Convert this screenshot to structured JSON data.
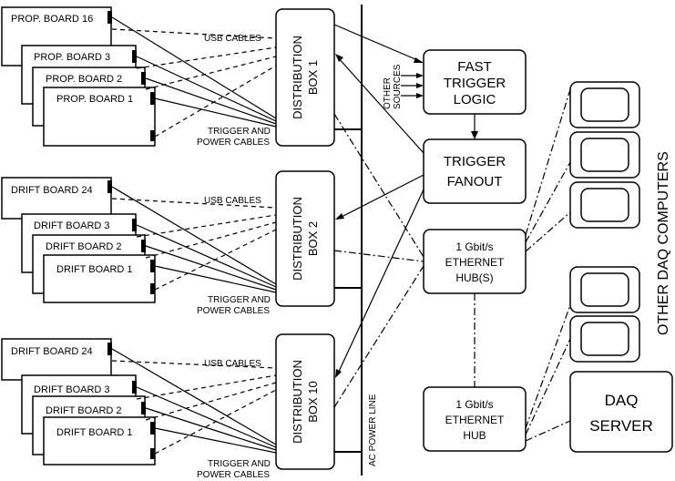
{
  "groups": [
    {
      "boards": [
        "PROP. BOARD 16",
        "PROP. BOARD 3",
        "PROP. BOARD 2",
        "PROP. BOARD 1"
      ],
      "usb_label": "USB CABLES",
      "trig_label_1": "TRIGGER AND",
      "trig_label_2": "POWER CABLES",
      "dist_line1": "DISTRIBUTION",
      "dist_line2": "BOX 1"
    },
    {
      "boards": [
        "DRIFT BOARD 24",
        "DRIFT BOARD 3",
        "DRIFT BOARD 2",
        "DRIFT BOARD 1"
      ],
      "usb_label": "USB CABLES",
      "trig_label_1": "TRIGGER AND",
      "trig_label_2": "POWER CABLES",
      "dist_line1": "DISTRIBUTION",
      "dist_line2": "BOX 2"
    },
    {
      "boards": [
        "DRIFT BOARD 24",
        "DRIFT BOARD 3",
        "DRIFT BOARD 2",
        "DRIFT BOARD 1"
      ],
      "usb_label": "USB CABLES",
      "trig_label_1": "TRIGGER AND",
      "trig_label_2": "POWER CABLES",
      "dist_line1": "DISTRIBUTION",
      "dist_line2": "BOX 10"
    }
  ],
  "ac_power_line": "AC POWER LINE",
  "other_sources_1": "OTHER",
  "other_sources_2": "SOURCES",
  "fast_trigger": [
    "FAST",
    "TRIGGER",
    "LOGIC"
  ],
  "trigger_fanout": [
    "TRIGGER",
    "FANOUT"
  ],
  "ethernet_hubs": [
    "1 Gbit/s",
    "ETHERNET",
    "HUB(S)"
  ],
  "ethernet_hub": [
    "1 Gbit/s",
    "ETHERNET",
    "HUB"
  ],
  "daq_server": [
    "DAQ",
    "SERVER"
  ],
  "other_daq": "OTHER DAQ COMPUTERS"
}
